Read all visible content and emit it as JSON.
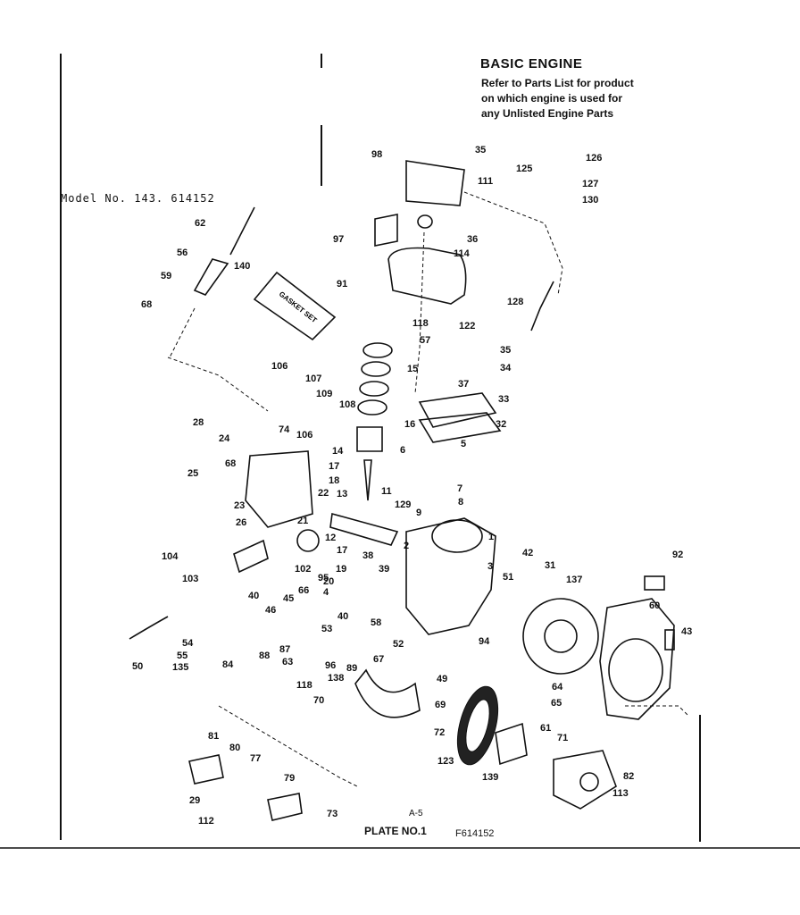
{
  "header": {
    "title": "BASIC ENGINE",
    "lines": [
      "Refer to Parts List for product",
      "on which engine is used for",
      "any Unlisted Engine Parts"
    ],
    "model": "Model No. 143. 614152"
  },
  "gasket_set_text": "GASKET SET",
  "footer": {
    "page_ref": "A-5",
    "plate": "PLATE NO.1",
    "code": "F614152"
  },
  "callouts": [
    "98",
    "35",
    "111",
    "126",
    "125",
    "127",
    "130",
    "97",
    "36",
    "114",
    "91",
    "128",
    "62",
    "56",
    "140",
    "59",
    "68",
    "118",
    "57",
    "122",
    "35",
    "34",
    "15",
    "37",
    "106",
    "107",
    "109",
    "108",
    "33",
    "32",
    "28",
    "74",
    "106",
    "16",
    "24",
    "6",
    "5",
    "25",
    "68",
    "14",
    "17",
    "7",
    "18",
    "8",
    "23",
    "13",
    "11",
    "22",
    "9",
    "26",
    "21",
    "129",
    "12",
    "17",
    "2",
    "1",
    "104",
    "42",
    "103",
    "102",
    "3",
    "31",
    "137",
    "92",
    "19",
    "38",
    "39",
    "20",
    "4",
    "51",
    "40",
    "46",
    "45",
    "66",
    "60",
    "43",
    "40",
    "95",
    "58",
    "53",
    "54",
    "55",
    "135",
    "50",
    "87",
    "88",
    "63",
    "94",
    "52",
    "89",
    "84",
    "96",
    "67",
    "49",
    "138",
    "118",
    "70",
    "64",
    "69",
    "65",
    "72",
    "71",
    "61",
    "123",
    "139",
    "82",
    "81",
    "80",
    "77",
    "79",
    "29",
    "73",
    "113",
    "112"
  ]
}
